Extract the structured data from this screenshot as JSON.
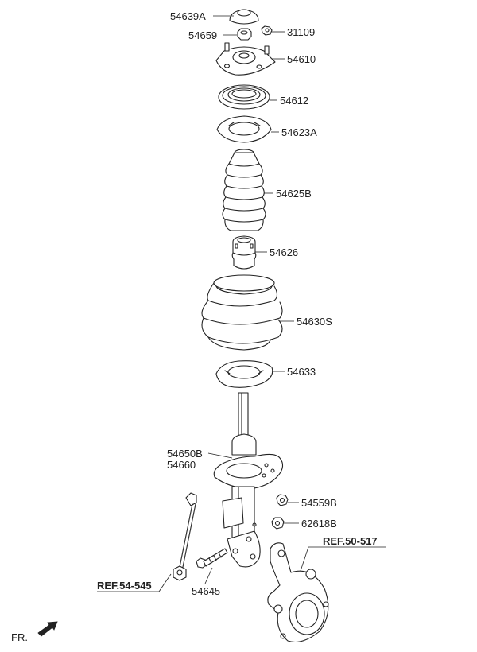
{
  "labels": {
    "p54639A": "54639A",
    "p54659": "54659",
    "p31109": "31109",
    "p54610": "54610",
    "p54612": "54612",
    "p54623A": "54623A",
    "p54625B": "54625B",
    "p54626": "54626",
    "p54630S": "54630S",
    "p54633": "54633",
    "p54650B": "54650B",
    "p54660": "54660",
    "p54559B": "54559B",
    "p62618B": "62618B",
    "p54645": "54645"
  },
  "refs": {
    "ref50_517": "REF.50-517",
    "ref54_545": "REF.54-545"
  },
  "direction": {
    "label": "FR."
  }
}
